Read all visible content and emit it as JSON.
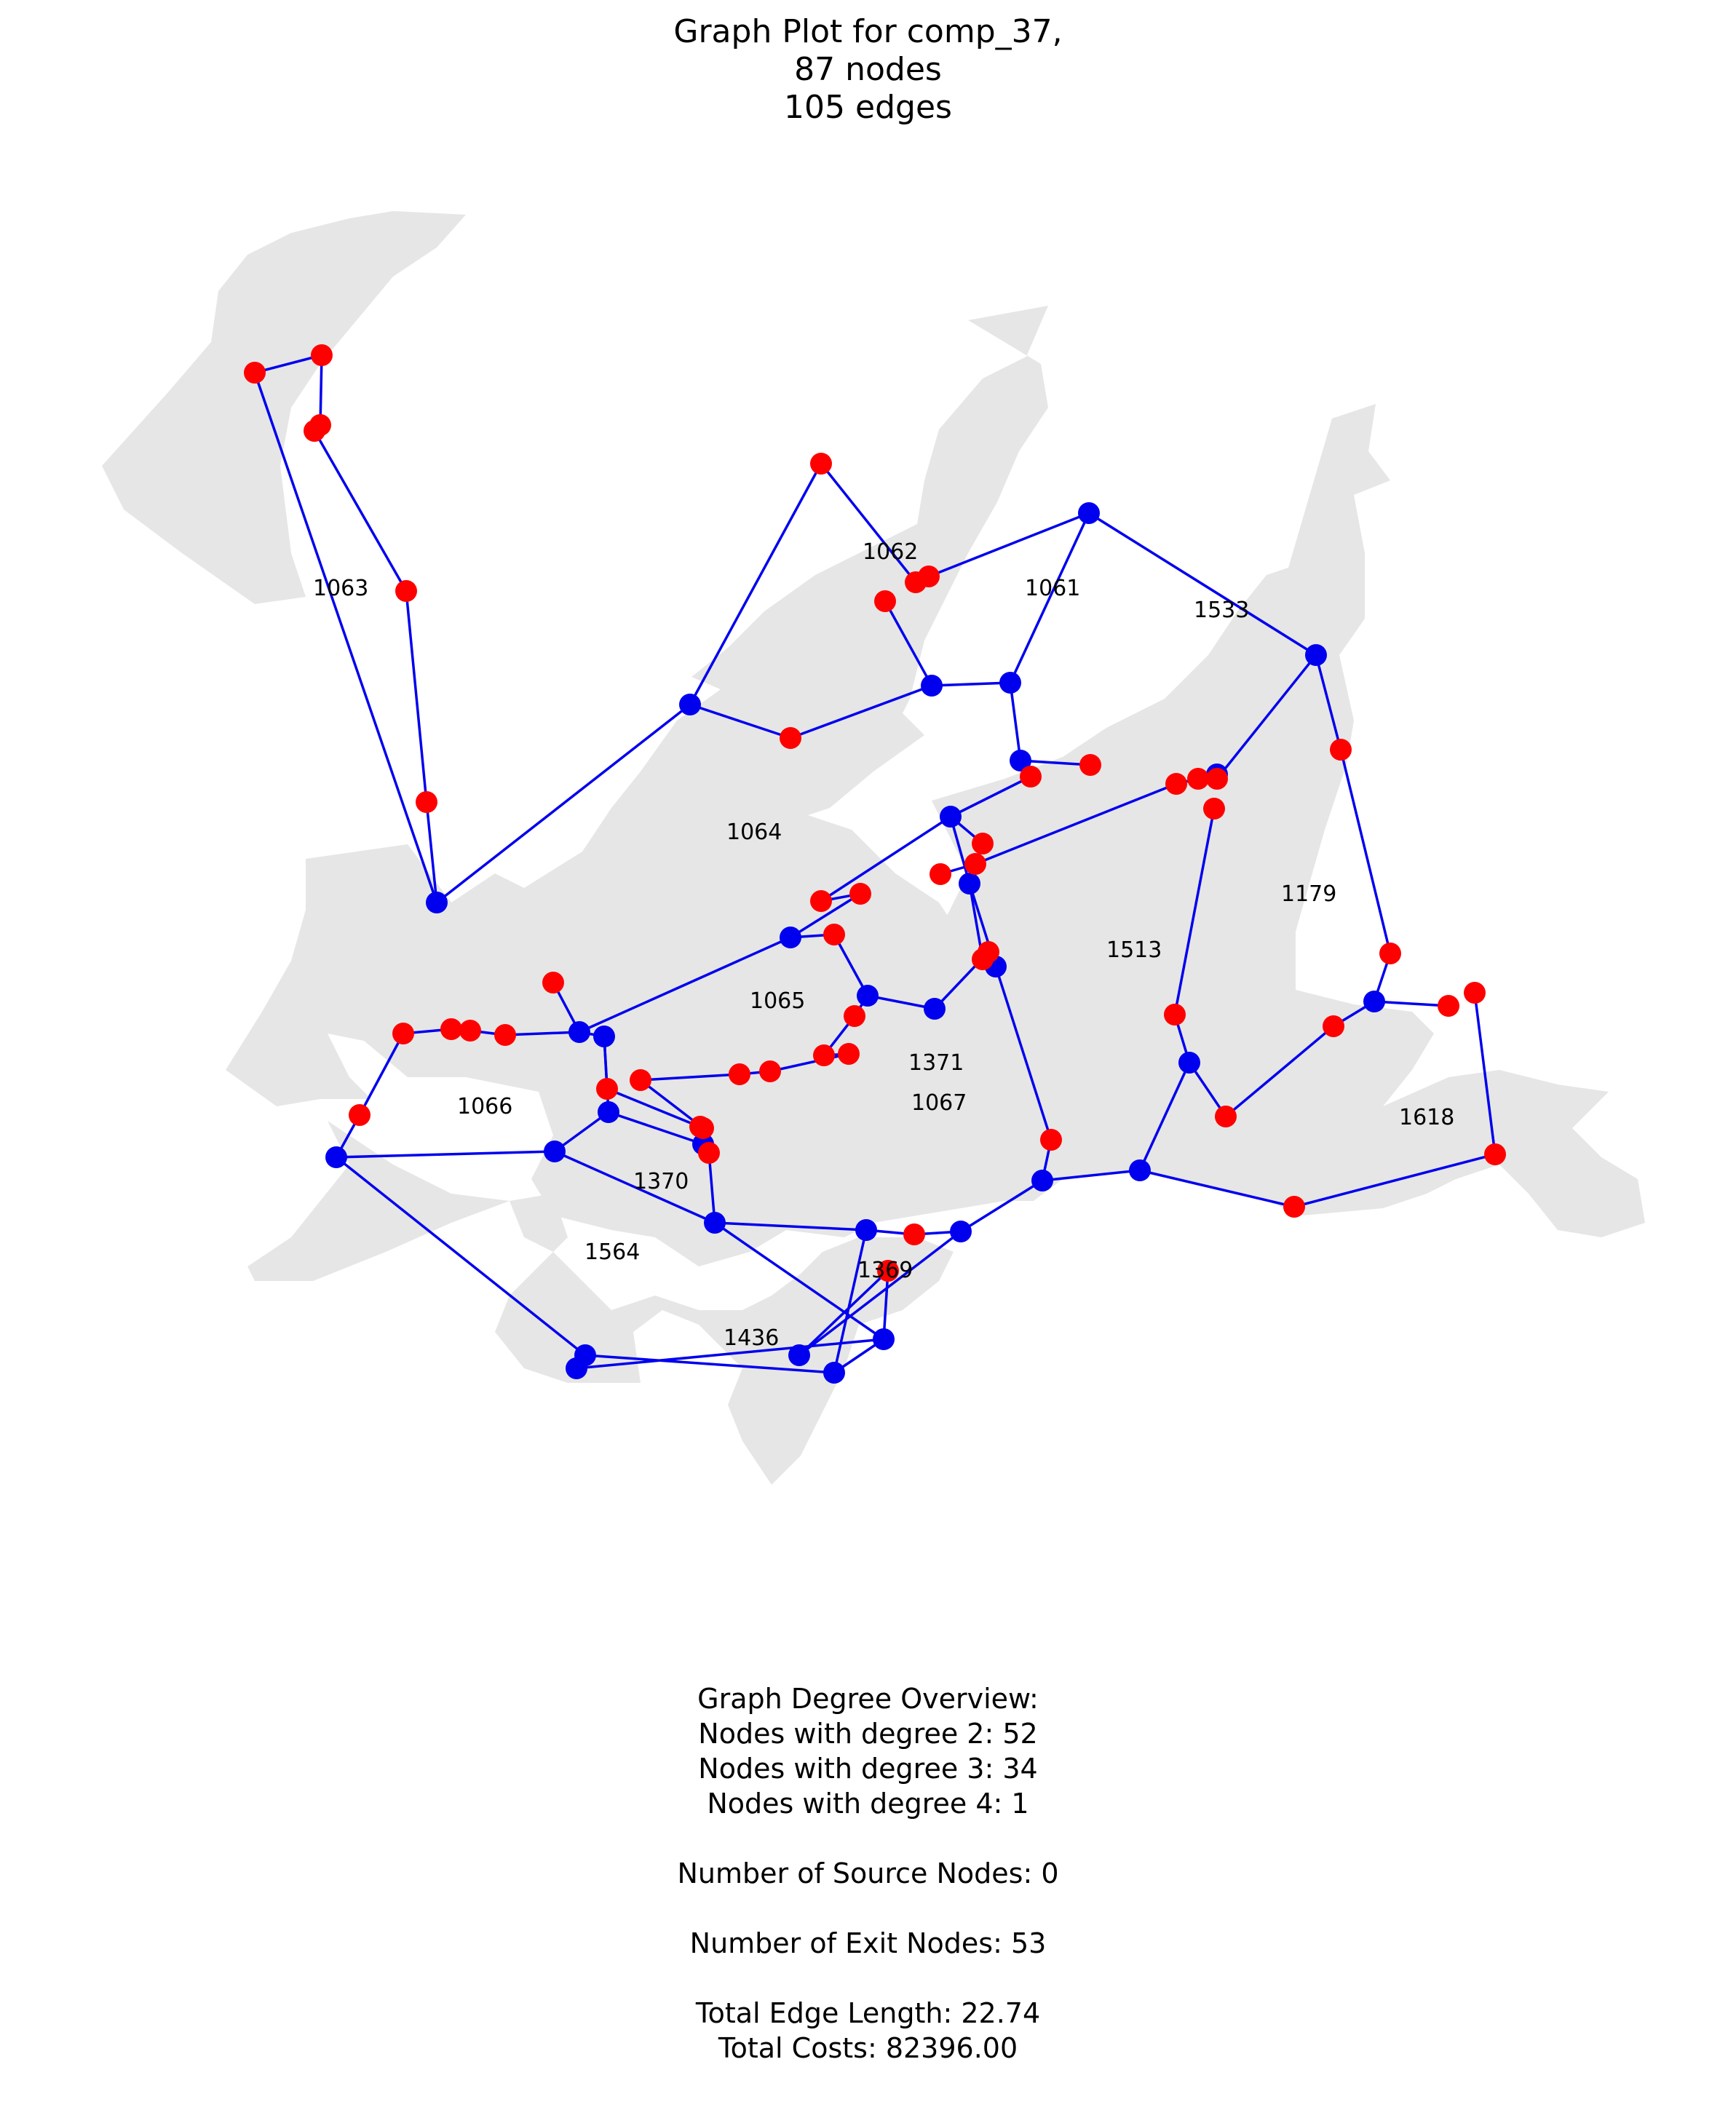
{
  "title": {
    "line1": "Graph Plot for comp_37,",
    "line2": "87 nodes",
    "line3": "105 edges"
  },
  "colors": {
    "land": "#e6e6e6",
    "edge": "#0000ee",
    "internal_node": "#0000ee",
    "exit_node": "#ff0000"
  },
  "region_labels": [
    "1063",
    "1062",
    "1061",
    "1533",
    "1064",
    "1179",
    "1513",
    "1065",
    "1371",
    "1067",
    "1066",
    "1618",
    "1370",
    "1564",
    "1369",
    "1436"
  ],
  "stats": {
    "heading": "Graph Degree Overview:",
    "deg2": "Nodes with degree 2: 52",
    "deg3": "Nodes with degree 3: 34",
    "deg4": "Nodes with degree 4: 1",
    "sources": "Number of Source Nodes: 0",
    "exits": "Number of Exit Nodes: 53",
    "length": "Total Edge Length: 22.74",
    "costs": "Total Costs: 82396.00"
  }
}
